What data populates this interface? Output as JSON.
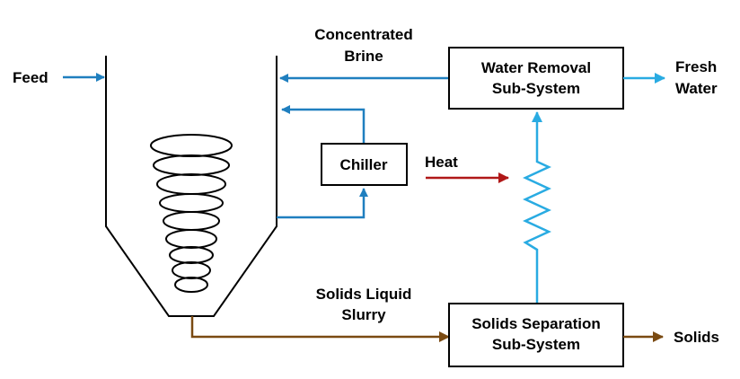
{
  "labels": {
    "feed": "Feed",
    "concentrated_brine_line1": "Concentrated",
    "concentrated_brine_line2": "Brine",
    "fresh_water_line1": "Fresh",
    "fresh_water_line2": "Water",
    "heat": "Heat",
    "slurry_line1": "Solids Liquid",
    "slurry_line2": "Slurry",
    "solids": "Solids"
  },
  "boxes": {
    "water_removal_line1": "Water Removal",
    "water_removal_line2": "Sub-System",
    "chiller": "Chiller",
    "solids_separation_line1": "Solids Separation",
    "solids_separation_line2": "Sub-System"
  },
  "colors": {
    "blue_dark": "#1f7fbf",
    "blue_light": "#29abe2",
    "brown": "#7a4a12",
    "red": "#b01818",
    "black": "#000000"
  }
}
